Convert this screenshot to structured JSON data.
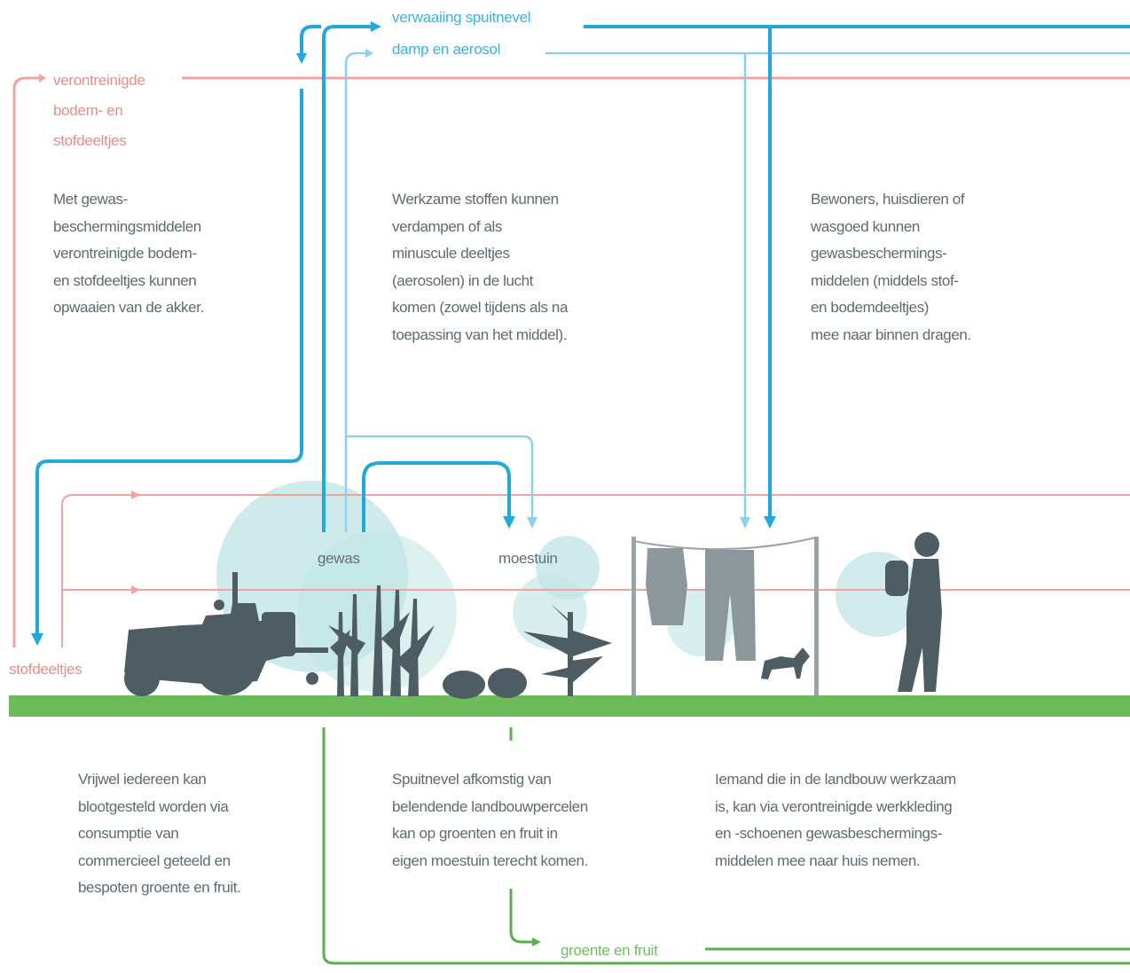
{
  "colors": {
    "blue_dark": "#21a9dc",
    "blue_light": "#8fd0ee",
    "pink": "#f2a39b",
    "green": "#5aae4c",
    "ground": "#6dbb5b",
    "silhouette": "#4d5d63",
    "bubble": "#bfe3e4"
  },
  "flows": {
    "spray_drift": "verwaaiing spuitnevel",
    "vapour": "damp en aerosol",
    "soil_line1": "verontreinigde",
    "soil_line2": "bodem- en",
    "soil_line3": "stofdeeltjes",
    "dust": "stofdeeltjes",
    "produce": "groente en fruit"
  },
  "places": {
    "crop": "gewas",
    "garden": "moestuin"
  },
  "texts": {
    "soil": [
      "Met gewas-",
      "beschermingsmiddelen",
      "verontreinigde bodem-",
      "en stofdeeltjes kunnen",
      "opwaaien van de akker."
    ],
    "vapour": [
      "Werkzame stoffen kunnen",
      "verdampen of als",
      "minuscule deeltjes",
      "(aerosolen) in de lucht",
      "komen (zowel tijdens als na",
      "toepassing van het middel)."
    ],
    "residents": [
      "Bewoners, huisdieren of",
      "wasgoed kunnen",
      "gewasbeschermings-",
      "middelen (middels stof-",
      "en bodemdeeltjes)",
      "mee naar binnen dragen."
    ],
    "consumption": [
      "Vrijwel iedereen kan",
      "blootgesteld worden via",
      "consumptie van",
      "commercieel geteeld en",
      "bespoten groente en fruit."
    ],
    "garden": [
      "Spuitnevel afkomstig van",
      "belendende landbouwpercelen",
      "kan op groenten en fruit in",
      "eigen moestuin terecht komen."
    ],
    "workers": [
      "Iemand die in de landbouw werkzaam",
      "is, kan via verontreinigde werkkleding",
      "en -schoenen gewasbeschermings-",
      "middelen mee naar huis nemen."
    ]
  }
}
